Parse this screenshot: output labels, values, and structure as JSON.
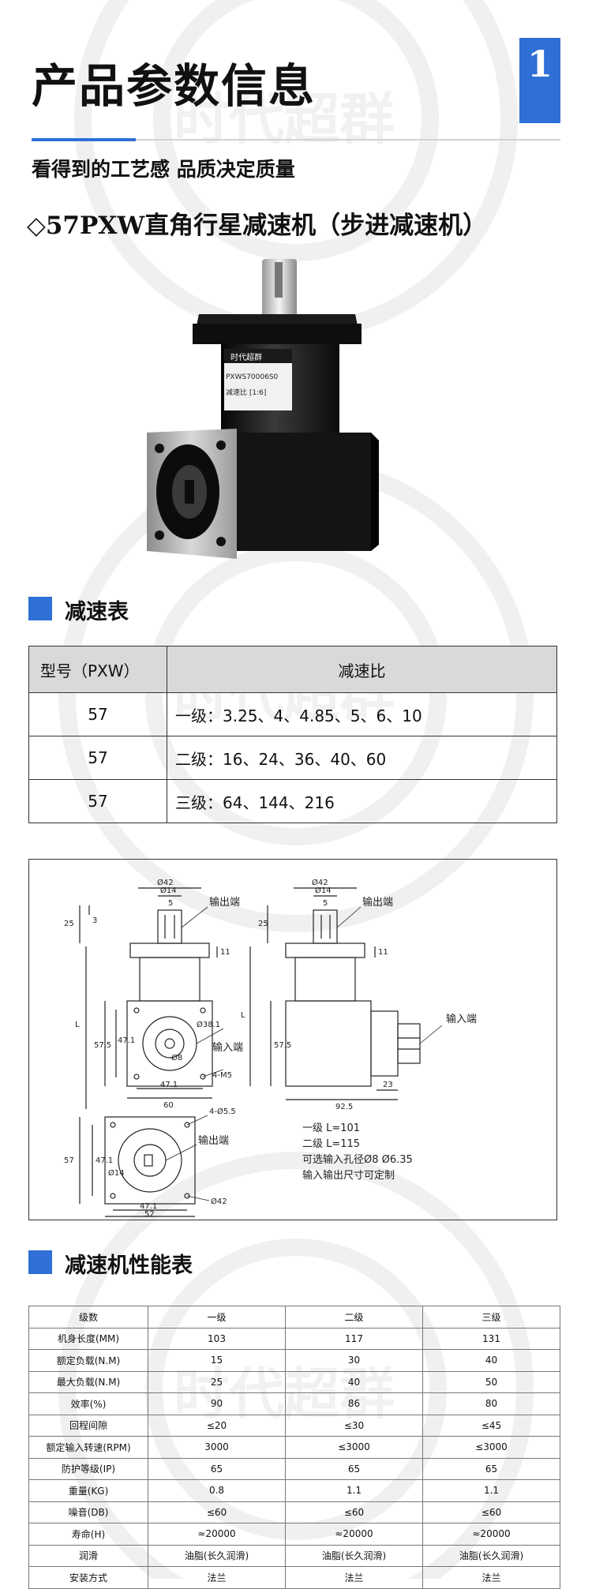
{
  "header": {
    "title": "产品参数信息",
    "badge": "1",
    "subtitle": "看得到的工艺感 品质决定质量"
  },
  "product": {
    "name": "◇57PXW直角行星减速机（步进减速机）",
    "label_brand": "时代超群",
    "label_model": "PXWS70006S0",
    "label_ratio": "减速比 [1:6]"
  },
  "watermark": "时代超群",
  "ratio_section": {
    "heading": "减速表",
    "headers": [
      "型号（PXW）",
      "减速比"
    ],
    "rows": [
      [
        "57",
        "一级：3.25、4、4.85、5、6、10"
      ],
      [
        "57",
        "二级：16、24、36、40、60"
      ],
      [
        "57",
        "三级：64、144、216"
      ]
    ]
  },
  "drawing": {
    "output_label": "输出端",
    "input_label": "输入端",
    "dims": {
      "d42": "Ø42",
      "d14": "Ø14",
      "w5": "5",
      "h25": "25",
      "h3": "3",
      "h11": "11",
      "L": "L",
      "h575": "57.5",
      "h471": "47.1",
      "d381": "Ø38.1",
      "d8": "Ø8",
      "m5": "4-M5",
      "w471": "47.1",
      "w60": "60",
      "w925": "92.5",
      "w23": "23",
      "m55": "4-Ø5.5",
      "h57": "57",
      "d14b": "Ø14",
      "d42b": "Ø42",
      "w471b": "47.1",
      "w52": "52"
    },
    "notes": [
      "一级 L=101",
      "二级 L=115",
      "可选输入孔径Ø8  Ø6.35",
      "输入输出尺寸可定制"
    ]
  },
  "perf_section": {
    "heading": "减速机性能表",
    "headers": [
      "级数",
      "一级",
      "二级",
      "三级"
    ],
    "rows": [
      [
        "机身长度(MM)",
        "103",
        "117",
        "131"
      ],
      [
        "额定负载(N.M)",
        "15",
        "30",
        "40"
      ],
      [
        "最大负载(N.M)",
        "25",
        "40",
        "50"
      ],
      [
        "效率(%)",
        "90",
        "86",
        "80"
      ],
      [
        "回程间隙",
        "≤20",
        "≤30",
        "≤45"
      ],
      [
        "额定输入转速(RPM)",
        "3000",
        "≤3000",
        "≤3000"
      ],
      [
        "防护等级(IP)",
        "65",
        "65",
        "65"
      ],
      [
        "重量(KG)",
        "0.8",
        "1.1",
        "1.1"
      ],
      [
        "噪音(DB)",
        "≤60",
        "≤60",
        "≤60"
      ],
      [
        "寿命(H)",
        "≈20000",
        "≈20000",
        "≈20000"
      ],
      [
        "润滑",
        "油脂(长久润滑)",
        "油脂(长久润滑)",
        "油脂(长久润滑)"
      ],
      [
        "安装方式",
        "法兰",
        "法兰",
        "法兰"
      ]
    ]
  },
  "colors": {
    "accent": "#2f6fd6",
    "table_header": "#d9d9d9",
    "text": "#111111"
  }
}
